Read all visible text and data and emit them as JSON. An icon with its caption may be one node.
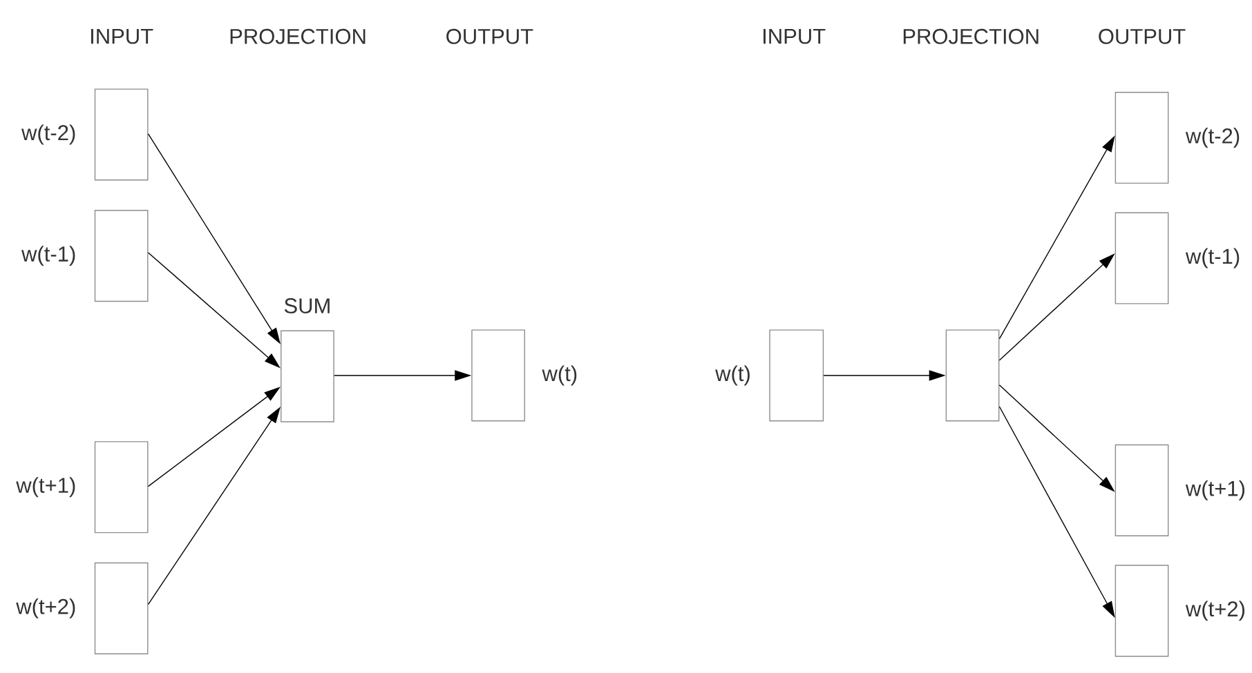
{
  "diagram": {
    "nodes": [
      {
        "text": [],
        "shape": "box",
        "beside": [
          "w(t-2)"
        ]
      },
      {
        "text": [],
        "shape": "box",
        "beside": [
          "w(t-1)"
        ]
      },
      {
        "text": [],
        "shape": "box",
        "beside": [
          "w(t+1)"
        ]
      },
      {
        "text": [],
        "shape": "box",
        "beside": [
          "w(t+2)"
        ]
      },
      {
        "text": [
          "SUM"
        ]
      },
      {
        "text": [],
        "shape": "box",
        "beside": [
          "w(t)"
        ]
      },
      {
        "text": [],
        "shape": "box",
        "beside": [
          "w(t)"
        ]
      },
      {
        "text": [],
        "shape": "box"
      },
      {
        "text": [],
        "shape": "box",
        "beside": [
          "w(t-2)"
        ]
      },
      {
        "text": [],
        "shape": "box",
        "beside": [
          "w(t-1)"
        ]
      },
      {
        "text": [],
        "shape": "box",
        "beside": [
          "w(t+1)"
        ]
      },
      {
        "text": [],
        "shape": "box",
        "beside": [
          "w(t+2)"
        ]
      }
    ],
    "edges": [
      {
        "from": 0,
        "to": 4,
        "arrow": "to"
      },
      {
        "from": 1,
        "to": 4,
        "arrow": "to"
      },
      {
        "from": 2,
        "to": 4,
        "arrow": "to"
      },
      {
        "from": 3,
        "to": 4,
        "arrow": "to"
      },
      {
        "from": 4,
        "to": 5,
        "arrow": "to"
      },
      {
        "from": 6,
        "to": 7,
        "arrow": "to"
      },
      {
        "from": 7,
        "to": 8,
        "arrow": "to"
      },
      {
        "from": 7,
        "to": 9,
        "arrow": "to"
      },
      {
        "from": 7,
        "to": 10,
        "arrow": "to"
      },
      {
        "from": 7,
        "to": 11,
        "arrow": "to"
      }
    ],
    "labels": [
      "INPUT",
      "PROJECTION",
      "OUTPUT",
      "INPUT",
      "PROJECTION",
      "OUTPUT"
    ]
  }
}
